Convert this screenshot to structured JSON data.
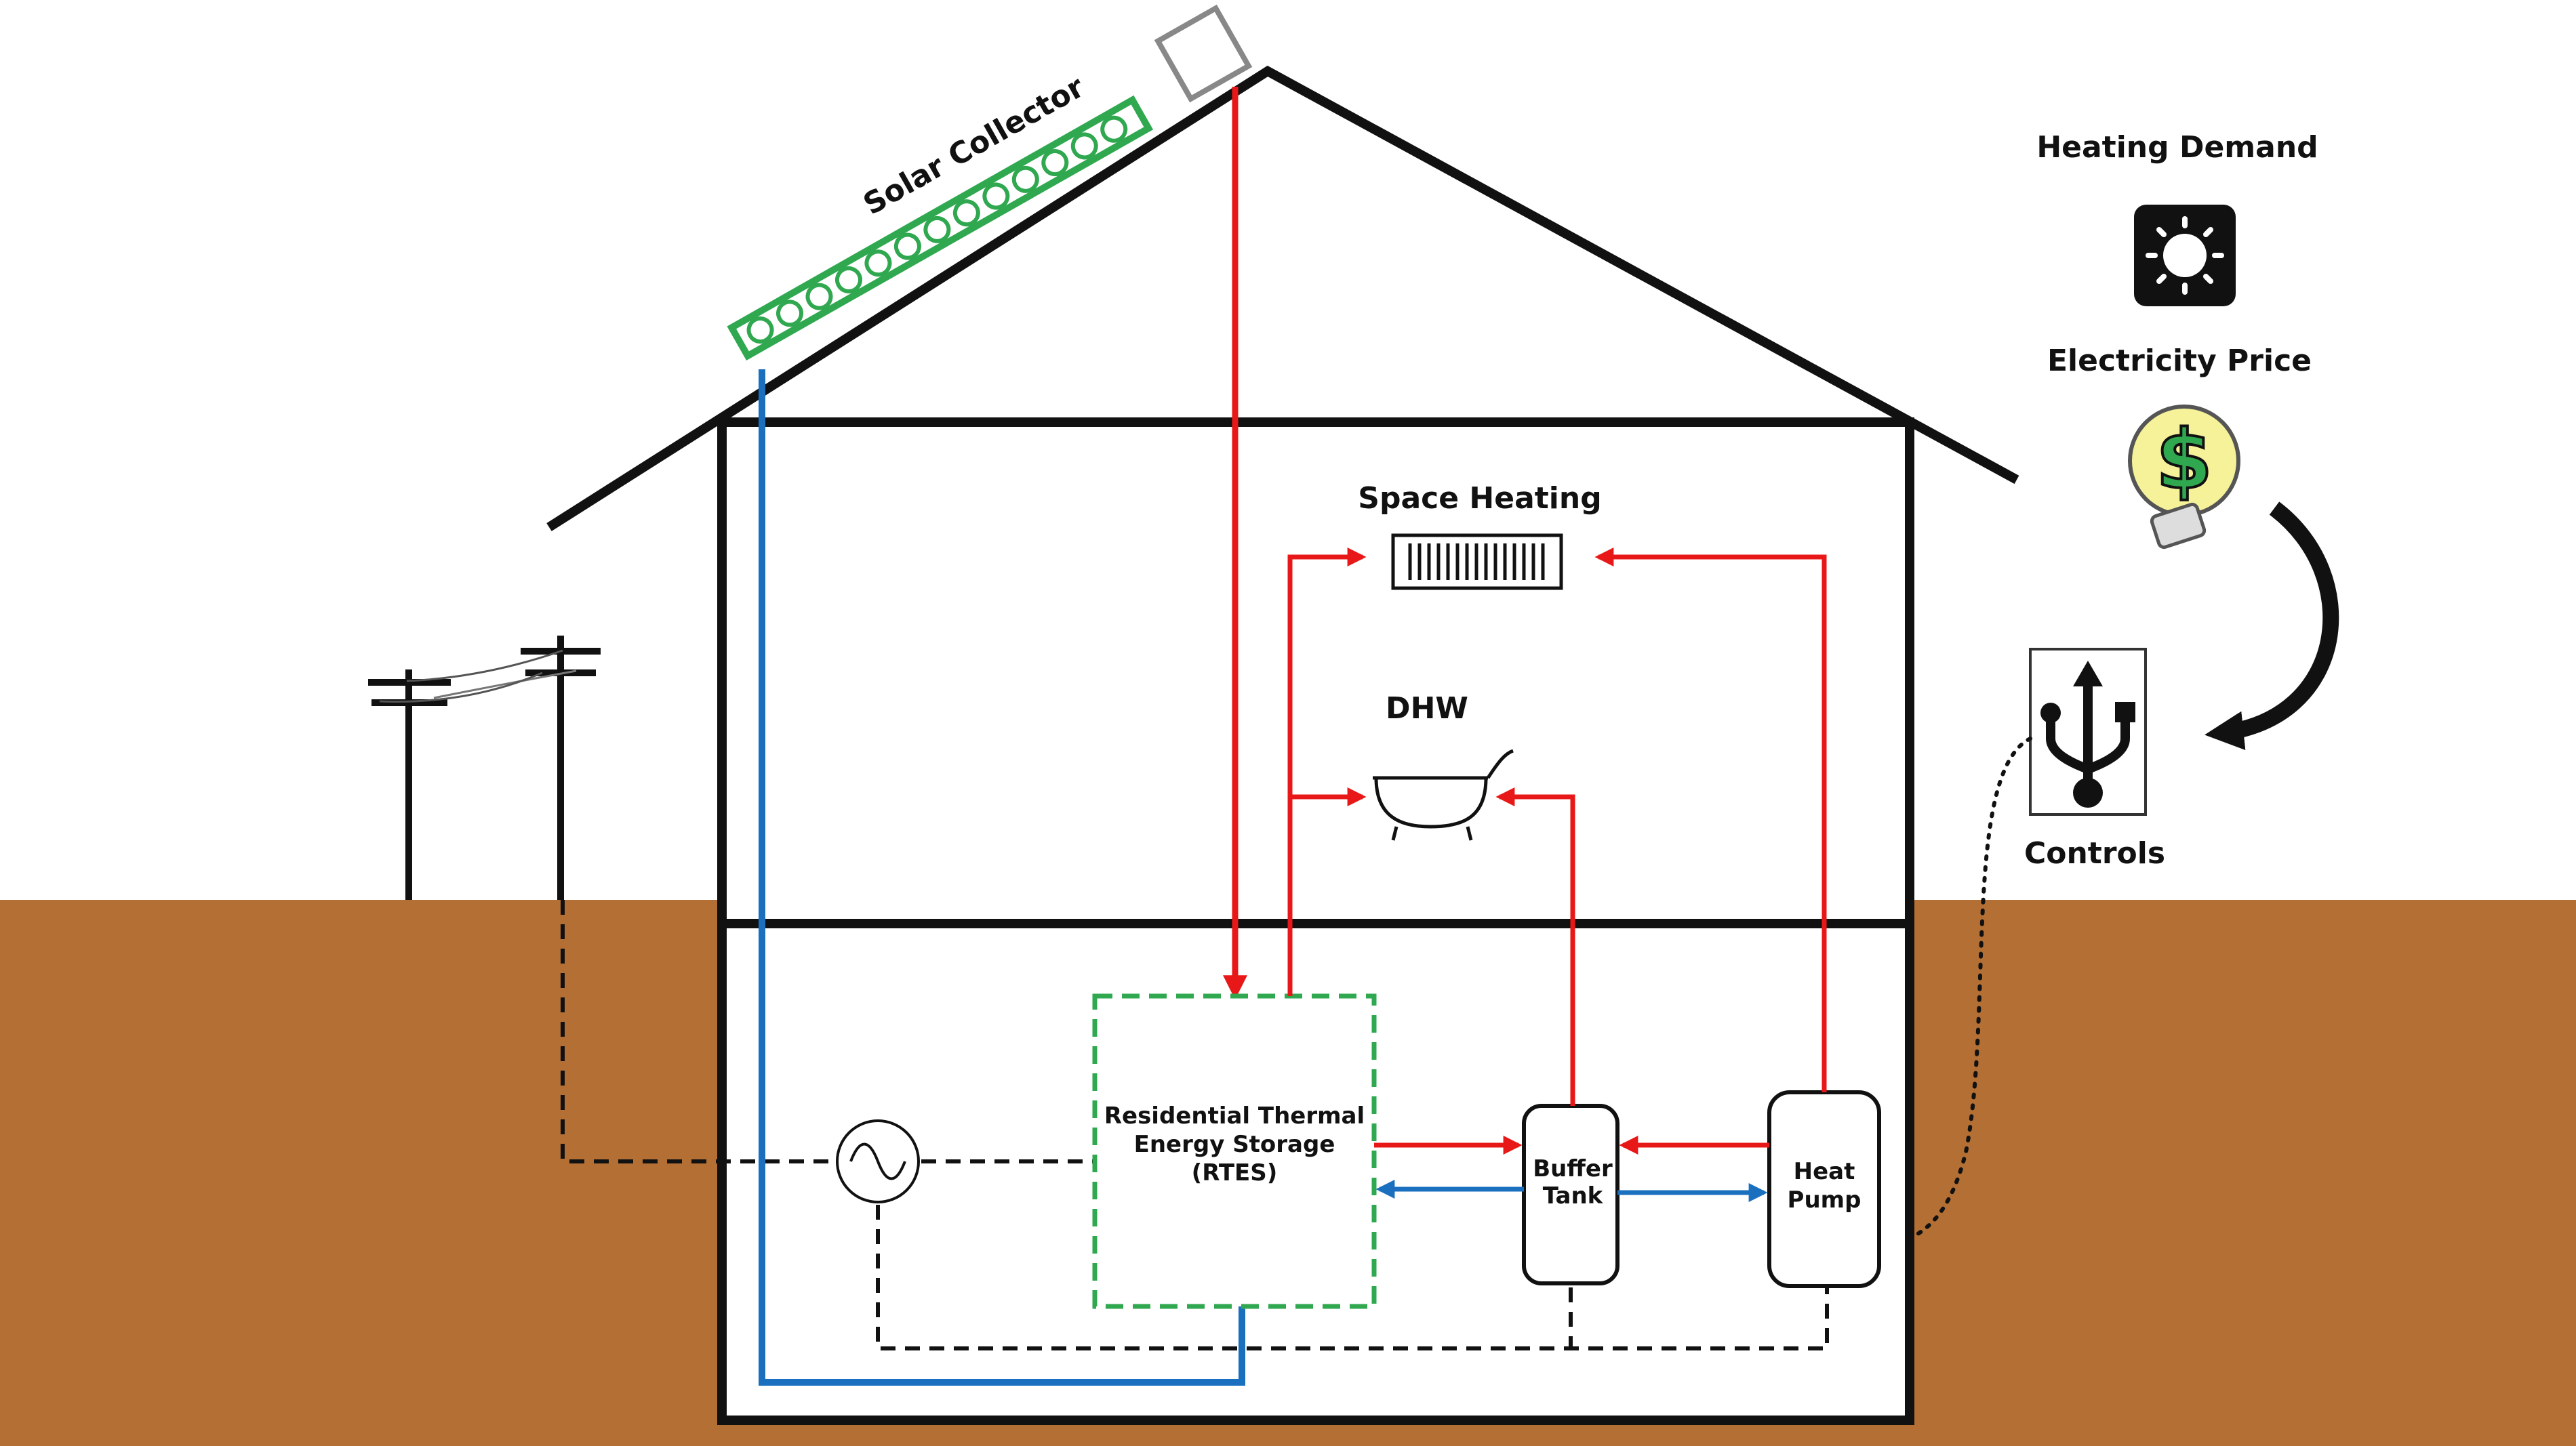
{
  "labels": {
    "solar_collector": "Solar Collector",
    "space_heating": "Space Heating",
    "dhw": "DHW",
    "heating_demand": "Heating Demand",
    "electricity_price": "Electricity Price",
    "controls": "Controls",
    "rtes_line1": "Residential Thermal",
    "rtes_line2": "Energy Storage",
    "rtes_line3": "(RTES)",
    "buffer_tank_line1": "Buffer",
    "buffer_tank_line2": "Tank",
    "heat_pump_line1": "Heat",
    "heat_pump_line2": "Pump"
  },
  "icons": {
    "heating_demand": "sun-icon",
    "electricity_price": "dollar-lightbulb-icon",
    "controls": "usb-icon",
    "loop": "curved-arrow-icon",
    "space_heating": "radiator-icon",
    "dhw": "bathtub-icon",
    "generator": "ac-source-icon",
    "poles": "utility-pole-icon"
  },
  "colors": {
    "ground": "#b36f34",
    "hot_supply": "#e81818",
    "cold_return": "#1b6fbf",
    "collector": "#2fa84f",
    "signal": "#111111"
  }
}
